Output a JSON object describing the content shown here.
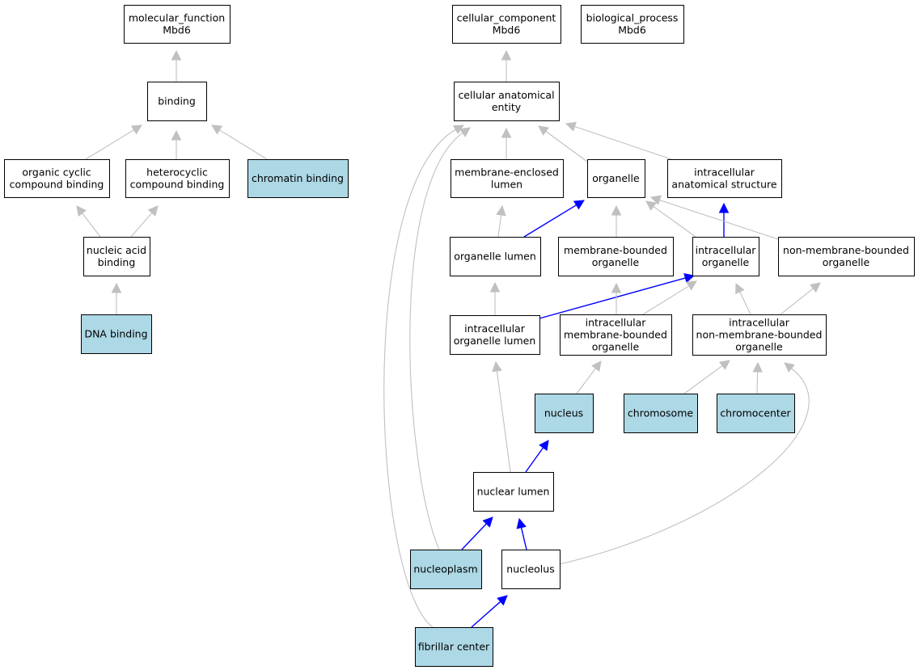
{
  "colors": {
    "highlight_fill": "#add8e6",
    "plain_fill": "#ffffff",
    "node_stroke": "#000000",
    "edge_gray": "#c0c0c0",
    "edge_blue": "#0000ff"
  },
  "nodes": [
    {
      "id": "molecular_function",
      "lines": [
        "molecular_function",
        "Mbd6"
      ],
      "highlight": false
    },
    {
      "id": "binding",
      "lines": [
        "binding"
      ],
      "highlight": false
    },
    {
      "id": "organic_cyclic",
      "lines": [
        "organic cyclic",
        "compound binding"
      ],
      "highlight": false
    },
    {
      "id": "heterocyclic",
      "lines": [
        "heterocyclic",
        "compound binding"
      ],
      "highlight": false
    },
    {
      "id": "chromatin_binding",
      "lines": [
        "chromatin binding"
      ],
      "highlight": true
    },
    {
      "id": "nucleic_acid_binding",
      "lines": [
        "nucleic acid",
        "binding"
      ],
      "highlight": false
    },
    {
      "id": "dna_binding",
      "lines": [
        "DNA binding"
      ],
      "highlight": true
    },
    {
      "id": "cellular_component",
      "lines": [
        "cellular_component",
        "Mbd6"
      ],
      "highlight": false
    },
    {
      "id": "biological_process",
      "lines": [
        "biological_process",
        "Mbd6"
      ],
      "highlight": false
    },
    {
      "id": "cellular_anatomical_entity",
      "lines": [
        "cellular anatomical",
        "entity"
      ],
      "highlight": false
    },
    {
      "id": "membrane_enclosed_lumen",
      "lines": [
        "membrane-enclosed",
        "lumen"
      ],
      "highlight": false
    },
    {
      "id": "organelle",
      "lines": [
        "organelle"
      ],
      "highlight": false
    },
    {
      "id": "intracellular_anatomical_structure",
      "lines": [
        "intracellular",
        "anatomical structure"
      ],
      "highlight": false
    },
    {
      "id": "organelle_lumen",
      "lines": [
        "organelle lumen"
      ],
      "highlight": false
    },
    {
      "id": "membrane_bounded_organelle",
      "lines": [
        "membrane-bounded",
        "organelle"
      ],
      "highlight": false
    },
    {
      "id": "intracellular_organelle",
      "lines": [
        "intracellular",
        "organelle"
      ],
      "highlight": false
    },
    {
      "id": "non_membrane_bounded_organelle",
      "lines": [
        "non-membrane-bounded",
        "organelle"
      ],
      "highlight": false
    },
    {
      "id": "intracellular_organelle_lumen",
      "lines": [
        "intracellular",
        "organelle lumen"
      ],
      "highlight": false
    },
    {
      "id": "intracellular_membrane_bounded_organelle",
      "lines": [
        "intracellular",
        "membrane-bounded",
        "organelle"
      ],
      "highlight": false
    },
    {
      "id": "intracellular_non_membrane_bounded_organelle",
      "lines": [
        "intracellular",
        "non-membrane-bounded",
        "organelle"
      ],
      "highlight": false
    },
    {
      "id": "nucleus",
      "lines": [
        "nucleus"
      ],
      "highlight": true
    },
    {
      "id": "chromosome",
      "lines": [
        "chromosome"
      ],
      "highlight": true
    },
    {
      "id": "chromocenter",
      "lines": [
        "chromocenter"
      ],
      "highlight": true
    },
    {
      "id": "nuclear_lumen",
      "lines": [
        "nuclear lumen"
      ],
      "highlight": false
    },
    {
      "id": "nucleoplasm",
      "lines": [
        "nucleoplasm"
      ],
      "highlight": true
    },
    {
      "id": "nucleolus",
      "lines": [
        "nucleolus"
      ],
      "highlight": false
    },
    {
      "id": "fibrillar_center",
      "lines": [
        "fibrillar center"
      ],
      "highlight": true
    }
  ],
  "edges": [
    {
      "from": "binding",
      "to": "molecular_function",
      "type": "is_a"
    },
    {
      "from": "organic_cyclic",
      "to": "binding",
      "type": "is_a"
    },
    {
      "from": "heterocyclic",
      "to": "binding",
      "type": "is_a"
    },
    {
      "from": "chromatin_binding",
      "to": "binding",
      "type": "is_a"
    },
    {
      "from": "nucleic_acid_binding",
      "to": "organic_cyclic",
      "type": "is_a"
    },
    {
      "from": "nucleic_acid_binding",
      "to": "heterocyclic",
      "type": "is_a"
    },
    {
      "from": "dna_binding",
      "to": "nucleic_acid_binding",
      "type": "is_a"
    },
    {
      "from": "cellular_anatomical_entity",
      "to": "cellular_component",
      "type": "is_a"
    },
    {
      "from": "membrane_enclosed_lumen",
      "to": "cellular_anatomical_entity",
      "type": "is_a"
    },
    {
      "from": "organelle",
      "to": "cellular_anatomical_entity",
      "type": "is_a"
    },
    {
      "from": "intracellular_anatomical_structure",
      "to": "cellular_anatomical_entity",
      "type": "is_a"
    },
    {
      "from": "organelle_lumen",
      "to": "membrane_enclosed_lumen",
      "type": "is_a"
    },
    {
      "from": "organelle_lumen",
      "to": "organelle",
      "type": "part_of"
    },
    {
      "from": "membrane_bounded_organelle",
      "to": "organelle",
      "type": "is_a"
    },
    {
      "from": "intracellular_organelle",
      "to": "organelle",
      "type": "is_a"
    },
    {
      "from": "intracellular_organelle",
      "to": "intracellular_anatomical_structure",
      "type": "part_of"
    },
    {
      "from": "non_membrane_bounded_organelle",
      "to": "organelle",
      "type": "is_a"
    },
    {
      "from": "intracellular_organelle_lumen",
      "to": "organelle_lumen",
      "type": "is_a"
    },
    {
      "from": "intracellular_organelle_lumen",
      "to": "intracellular_organelle",
      "type": "part_of"
    },
    {
      "from": "intracellular_membrane_bounded_organelle",
      "to": "membrane_bounded_organelle",
      "type": "is_a"
    },
    {
      "from": "intracellular_membrane_bounded_organelle",
      "to": "intracellular_organelle",
      "type": "is_a"
    },
    {
      "from": "intracellular_non_membrane_bounded_organelle",
      "to": "intracellular_organelle",
      "type": "is_a"
    },
    {
      "from": "intracellular_non_membrane_bounded_organelle",
      "to": "non_membrane_bounded_organelle",
      "type": "is_a"
    },
    {
      "from": "nucleus",
      "to": "intracellular_membrane_bounded_organelle",
      "type": "is_a"
    },
    {
      "from": "chromosome",
      "to": "intracellular_non_membrane_bounded_organelle",
      "type": "is_a"
    },
    {
      "from": "chromocenter",
      "to": "intracellular_non_membrane_bounded_organelle",
      "type": "is_a"
    },
    {
      "from": "nuclear_lumen",
      "to": "intracellular_organelle_lumen",
      "type": "is_a"
    },
    {
      "from": "nuclear_lumen",
      "to": "nucleus",
      "type": "part_of"
    },
    {
      "from": "nucleoplasm",
      "to": "nuclear_lumen",
      "type": "part_of"
    },
    {
      "from": "nucleoplasm",
      "to": "cellular_anatomical_entity",
      "type": "is_a"
    },
    {
      "from": "nucleolus",
      "to": "nuclear_lumen",
      "type": "part_of"
    },
    {
      "from": "nucleolus",
      "to": "intracellular_non_membrane_bounded_organelle",
      "type": "is_a"
    },
    {
      "from": "fibrillar_center",
      "to": "nucleolus",
      "type": "part_of"
    },
    {
      "from": "fibrillar_center",
      "to": "cellular_anatomical_entity",
      "type": "is_a"
    }
  ]
}
